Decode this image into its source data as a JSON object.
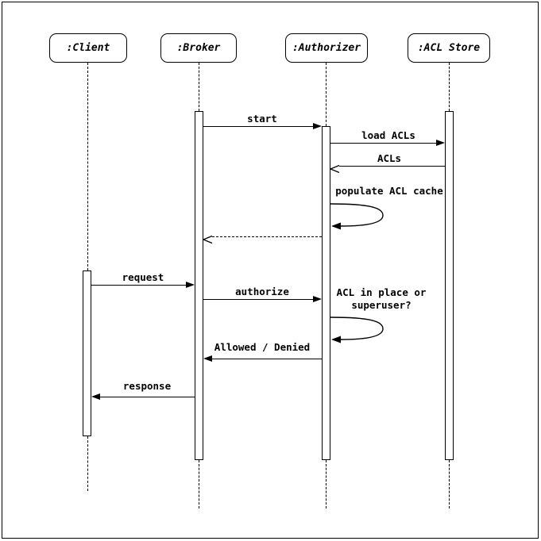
{
  "participants": [
    {
      "label": ":Client"
    },
    {
      "label": ":Broker"
    },
    {
      "label": ":Authorizer"
    },
    {
      "label": ":ACL Store"
    }
  ],
  "messages": [
    {
      "label": "start",
      "from": ":Broker",
      "to": ":Authorizer",
      "line": "solid",
      "head": "filled"
    },
    {
      "label": "load ACLs",
      "from": ":Authorizer",
      "to": ":ACL Store",
      "line": "solid",
      "head": "filled"
    },
    {
      "label": "ACLs",
      "from": ":ACL Store",
      "to": ":Authorizer",
      "line": "solid",
      "head": "open"
    },
    {
      "label": "populate ACL cache",
      "from": ":Authorizer",
      "to": ":Authorizer",
      "line": "solid",
      "head": "filled",
      "self": true
    },
    {
      "label": "",
      "from": ":Authorizer",
      "to": ":Broker",
      "line": "dashed",
      "head": "open"
    },
    {
      "label": "request",
      "from": ":Client",
      "to": ":Broker",
      "line": "solid",
      "head": "filled"
    },
    {
      "label": "authorize",
      "from": ":Broker",
      "to": ":Authorizer",
      "line": "solid",
      "head": "filled"
    },
    {
      "label": "ACL in place or superuser?",
      "from": ":Authorizer",
      "to": ":Authorizer",
      "line": "solid",
      "head": "filled",
      "self": true
    },
    {
      "label": "Allowed / Denied",
      "from": ":Authorizer",
      "to": ":Broker",
      "line": "solid",
      "head": "filled"
    },
    {
      "label": "response",
      "from": ":Broker",
      "to": ":Client",
      "line": "solid",
      "head": "filled"
    }
  ],
  "colors": {
    "stroke": "#000000",
    "background": "#ffffff"
  }
}
